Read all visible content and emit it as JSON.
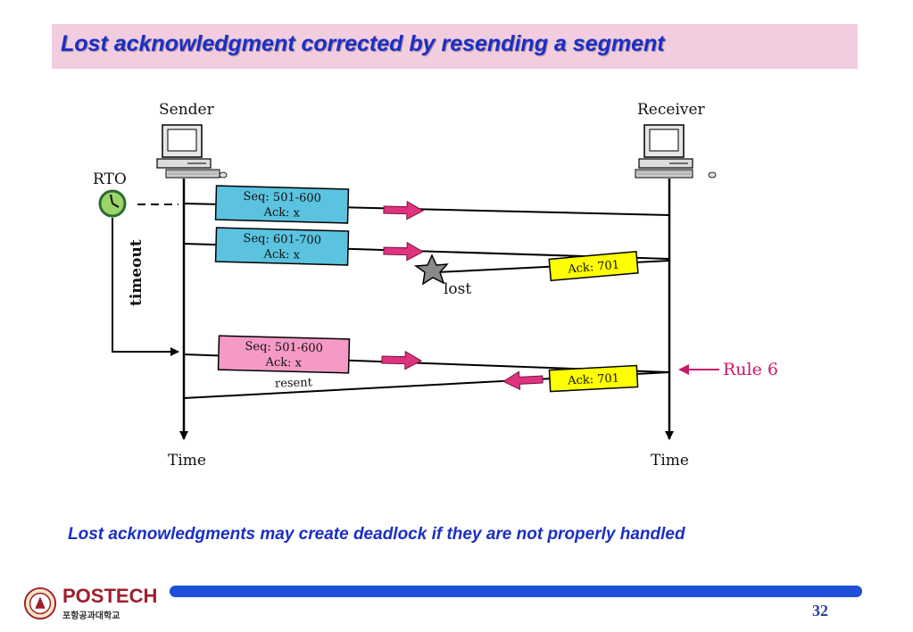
{
  "title": "Lost acknowledgment corrected by resending a segment",
  "labels": {
    "sender": "Sender",
    "receiver": "Receiver",
    "rto": "RTO",
    "timeout": "timeout",
    "time_left": "Time",
    "time_right": "Time",
    "lost": "lost",
    "resent": "resent",
    "rule": "Rule 6"
  },
  "segments": [
    {
      "seq": "Seq: 501-600",
      "ack": "Ack: x"
    },
    {
      "seq": "Seq: 601-700",
      "ack": "Ack: x"
    },
    {
      "seq": "Seq: 501-600",
      "ack": "Ack: x"
    }
  ],
  "acks": [
    "Ack: 701",
    "Ack: 701"
  ],
  "caption": "Lost acknowledgments may create deadlock if they are not properly handled",
  "logo": {
    "name": "POSTECH",
    "subtitle": "포항공과대학교"
  },
  "page_number": "32",
  "colors": {
    "title_text": "#1a2fc4",
    "title_bg": "#f2cde0",
    "segment_blue": "#5bc3df",
    "segment_pink": "#f59ac6",
    "ack_yellow": "#ffff00",
    "arrow_magenta": "#e0337f",
    "rule_text": "#c8186b",
    "clock_green": "#9bd46a",
    "footer_bar": "#1d4fd8"
  }
}
